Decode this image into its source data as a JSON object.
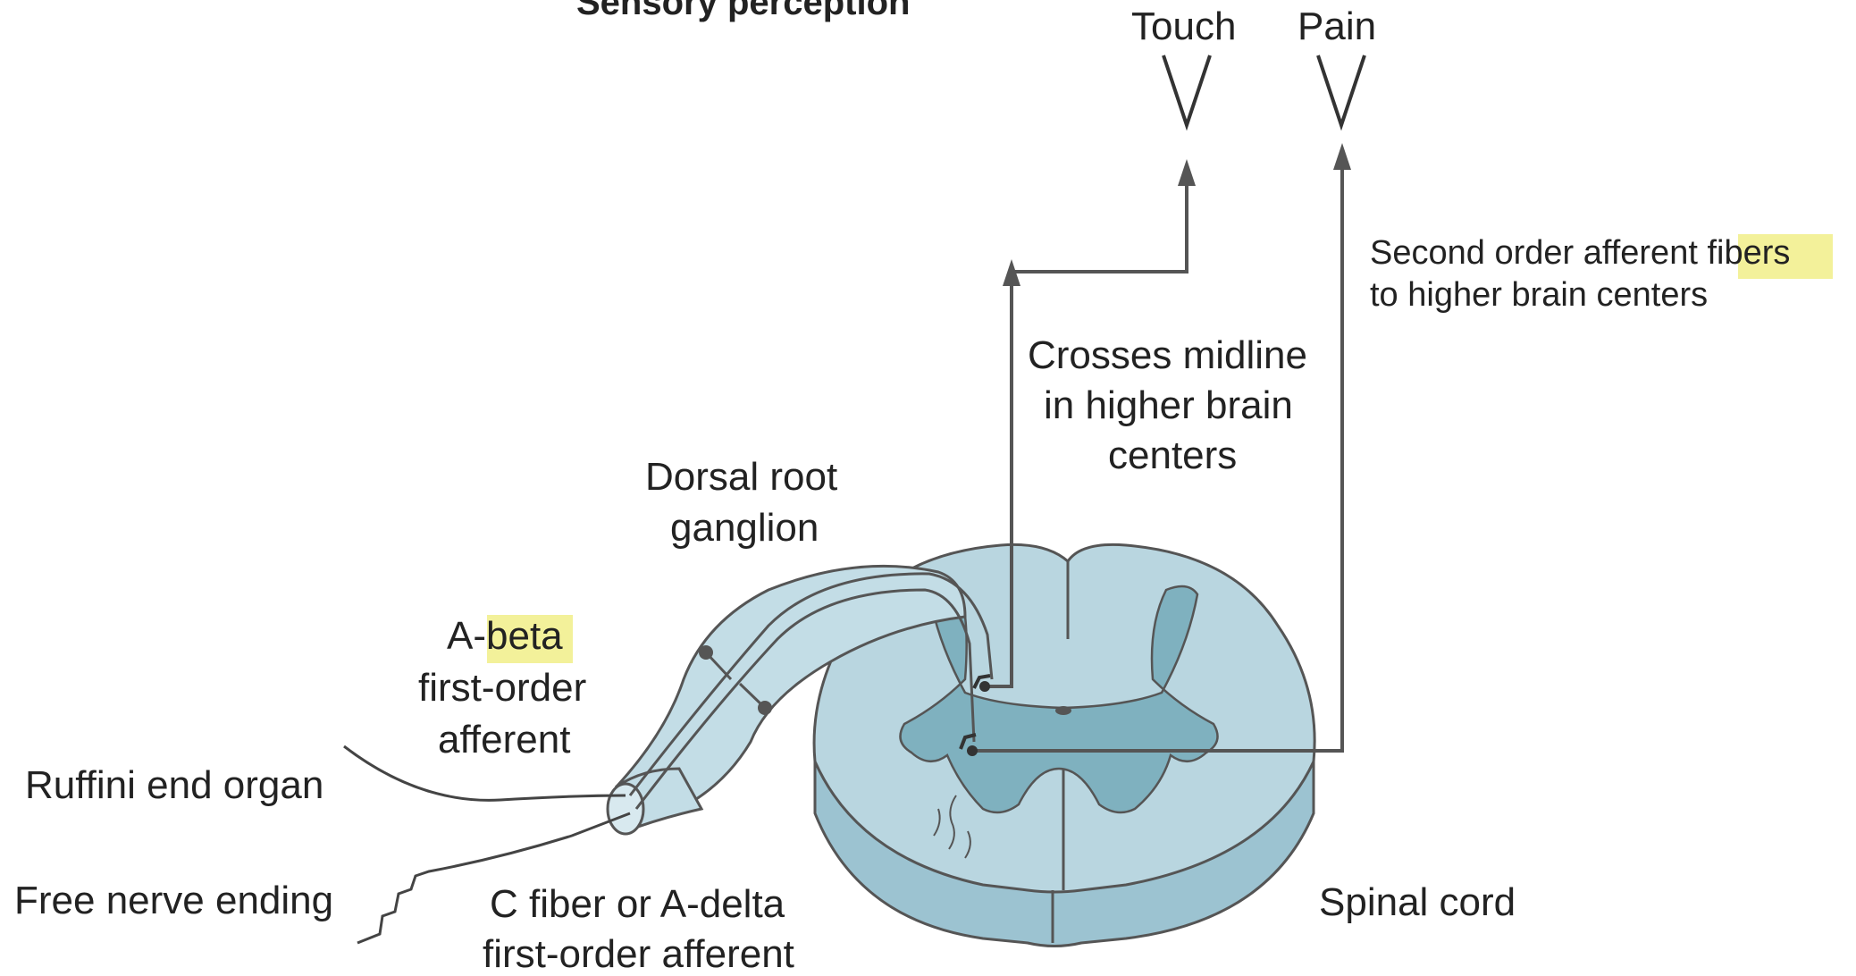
{
  "title": "Sensory perception",
  "labels": {
    "touch": "Touch",
    "pain": "Pain",
    "second_order_prefix": "Second order afferent ",
    "second_order_highlight": "fibers",
    "second_order_line2": "to higher brain centers",
    "crosses_line1": "Crosses midline",
    "crosses_line2": "in higher brain",
    "crosses_line3": "centers",
    "drg_line1": "Dorsal root",
    "drg_line2": "ganglion",
    "abeta_prefix": "A-",
    "abeta_highlight": "beta",
    "abeta_line2": "first-order",
    "abeta_line3": "afferent",
    "ruffini": "Ruffini end organ",
    "free_nerve": "Free nerve ending",
    "cfiber_line1": "C fiber or A-delta",
    "cfiber_line2": "first-order afferent",
    "spinal_cord": "Spinal cord"
  },
  "colors": {
    "cord_fill": "#b9d6e0",
    "cord_side": "#9cc3d1",
    "grey_matter": "#7fb1bf",
    "ganglion_fill": "#c3dde6",
    "line": "#555555",
    "highlight": "#f3f19a"
  }
}
